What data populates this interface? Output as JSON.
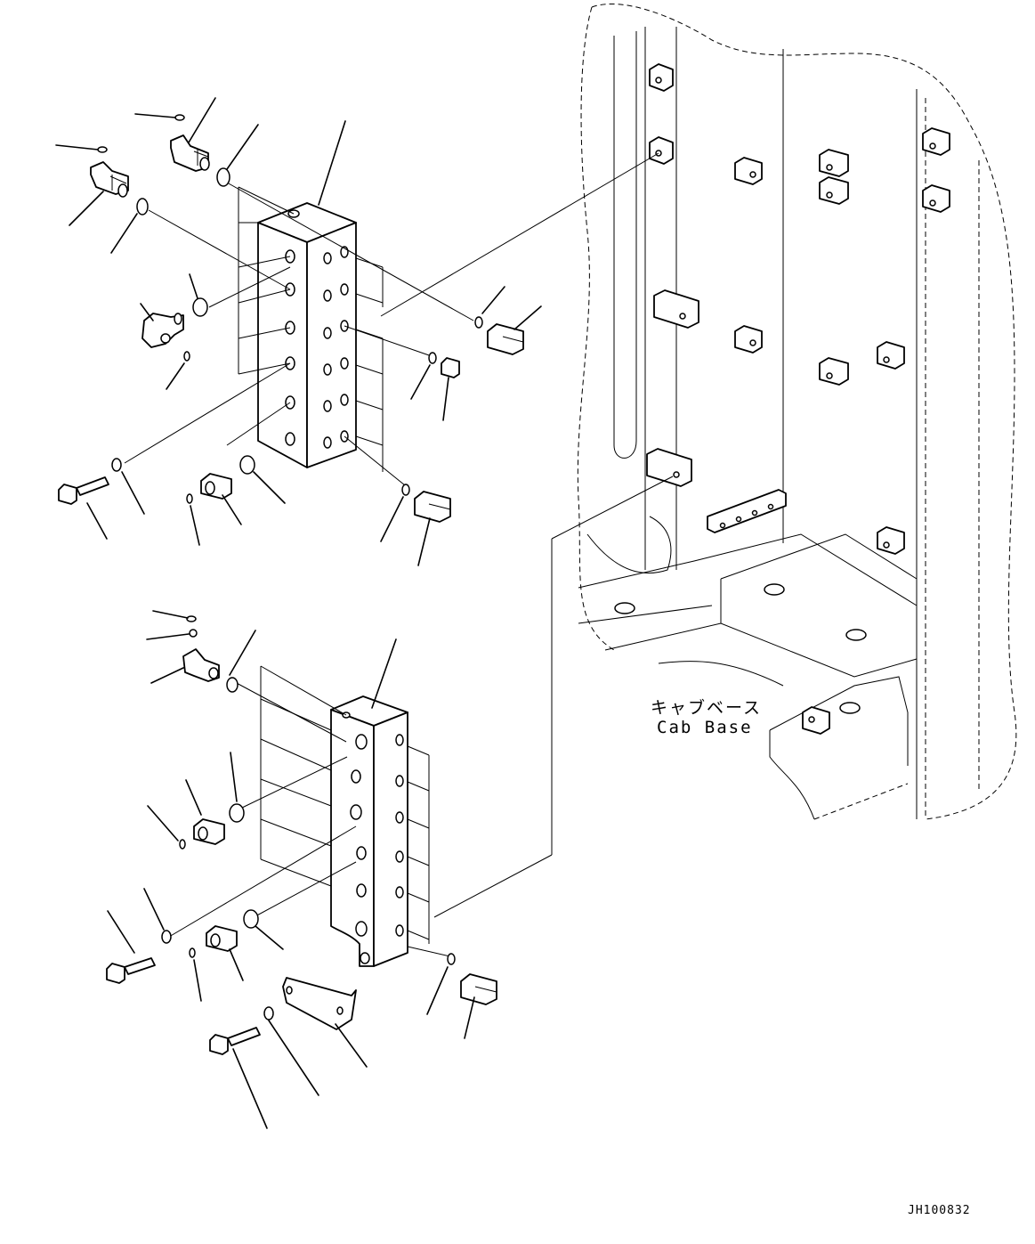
{
  "labels": {
    "cab_base_jp": "キャブベース",
    "cab_base_en": "Cab Base"
  },
  "drawing_id": "JH100832"
}
